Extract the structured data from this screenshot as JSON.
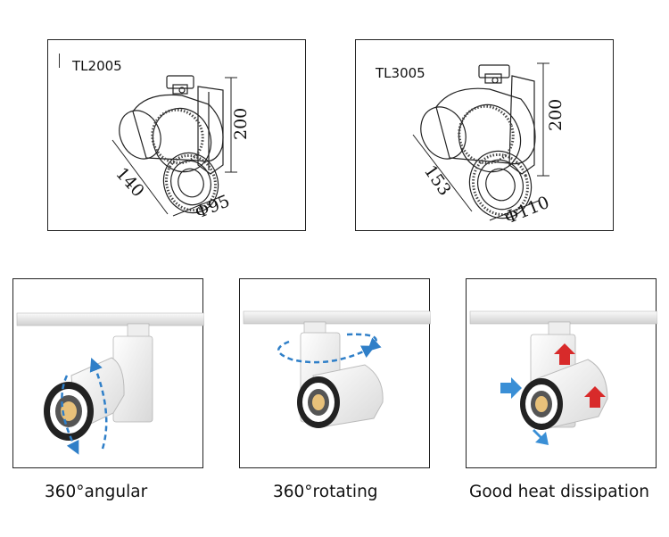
{
  "diagrams": [
    {
      "model": "TL2005",
      "dimensions": {
        "height": "200",
        "length": "140",
        "diameter": "Φ95"
      }
    },
    {
      "model": "TL3005",
      "dimensions": {
        "height": "200",
        "length": "153",
        "diameter": "Φ110"
      }
    }
  ],
  "features": [
    {
      "caption": "360°angular"
    },
    {
      "caption": "360°rotating"
    },
    {
      "caption": "Good heat dissipation"
    }
  ],
  "colors": {
    "rotation_arrow": "#2f7fc8",
    "airflow_in": "#3a8fd6",
    "airflow_out": "#d82a2a"
  }
}
